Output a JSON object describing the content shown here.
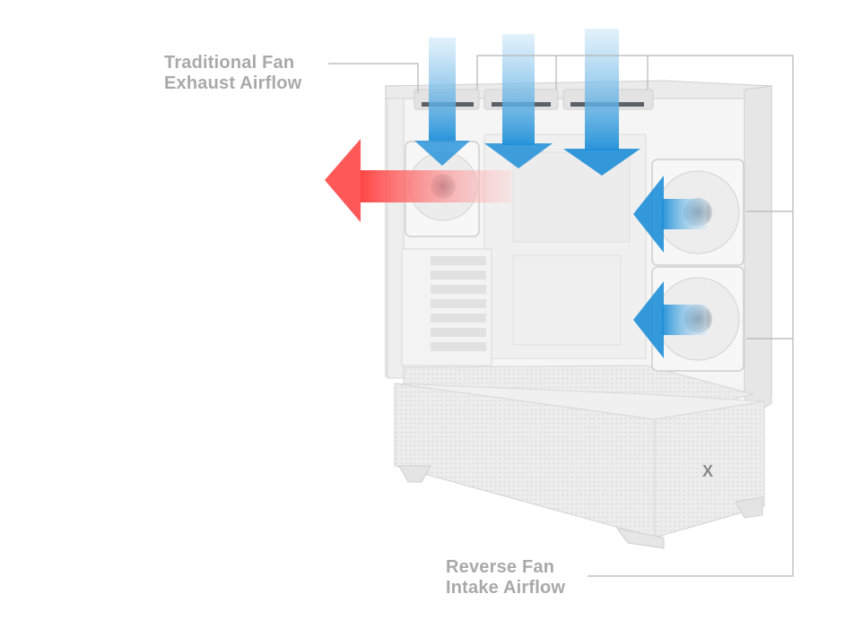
{
  "labels": {
    "exhaust": {
      "line1": "Traditional Fan",
      "line2": "Exhaust Airflow",
      "color": "#a9a9a9"
    },
    "intake": {
      "line1": "Reverse Fan",
      "line2": "Intake Airflow",
      "color": "#a9a9a9"
    }
  },
  "logo": {
    "text": "X"
  },
  "colors": {
    "intake_arrow": "#1e8fd8",
    "exhaust_arrow": "#ff3b3b",
    "case_body": "#f2f2f2",
    "case_edge": "#d4d4d4",
    "leader_line": "#b5b5b5"
  }
}
